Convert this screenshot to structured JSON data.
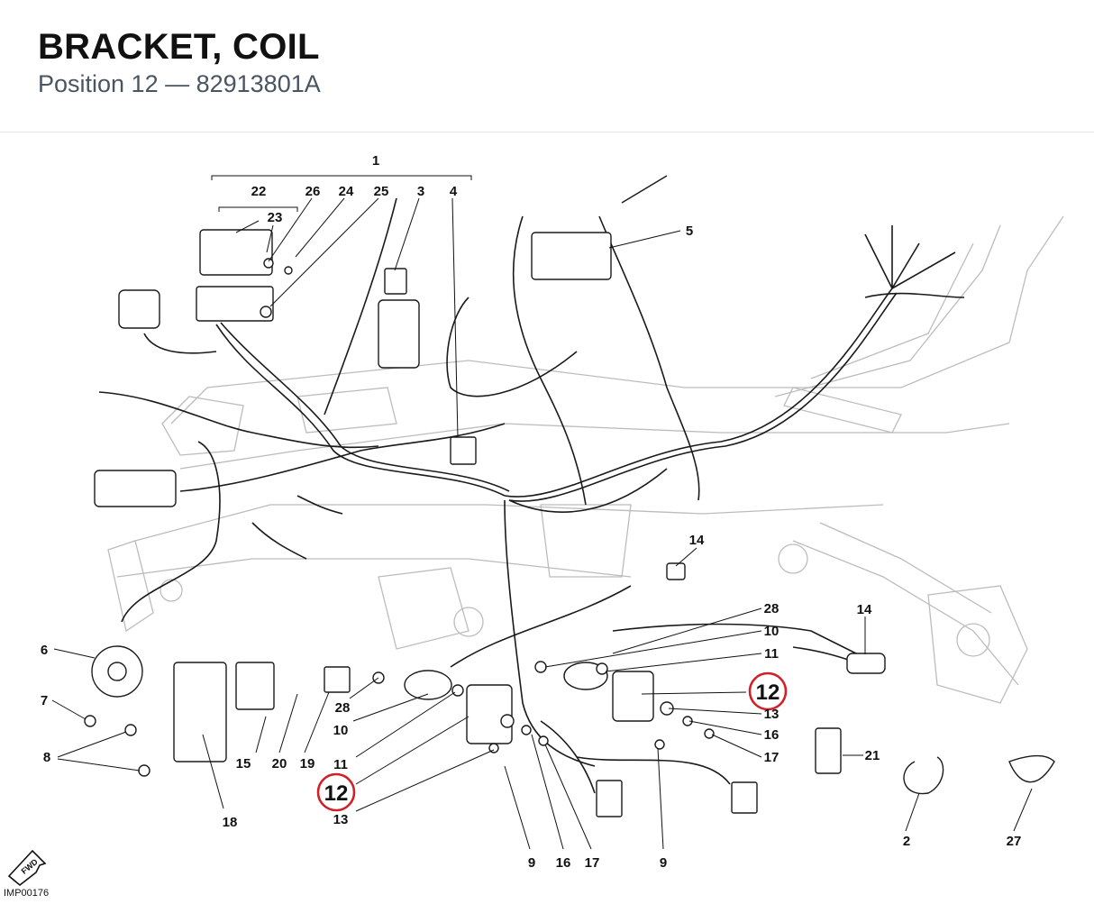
{
  "header": {
    "title": "BRACKET, COIL",
    "subtitle": "Position 12 — 82913801A"
  },
  "diagram": {
    "drawing_code": "IMP00176",
    "fwd_label": "FWD",
    "highlight_color": "#d0202a",
    "callouts": [
      "1",
      "22",
      "23",
      "26",
      "24",
      "25",
      "3",
      "4",
      "5",
      "14",
      "14",
      "6",
      "7",
      "8",
      "28",
      "10",
      "11",
      "12",
      "13",
      "16",
      "17",
      "21",
      "15",
      "20",
      "19",
      "28",
      "10",
      "11",
      "12",
      "13",
      "18",
      "9",
      "16",
      "17",
      "9",
      "2",
      "27"
    ]
  }
}
